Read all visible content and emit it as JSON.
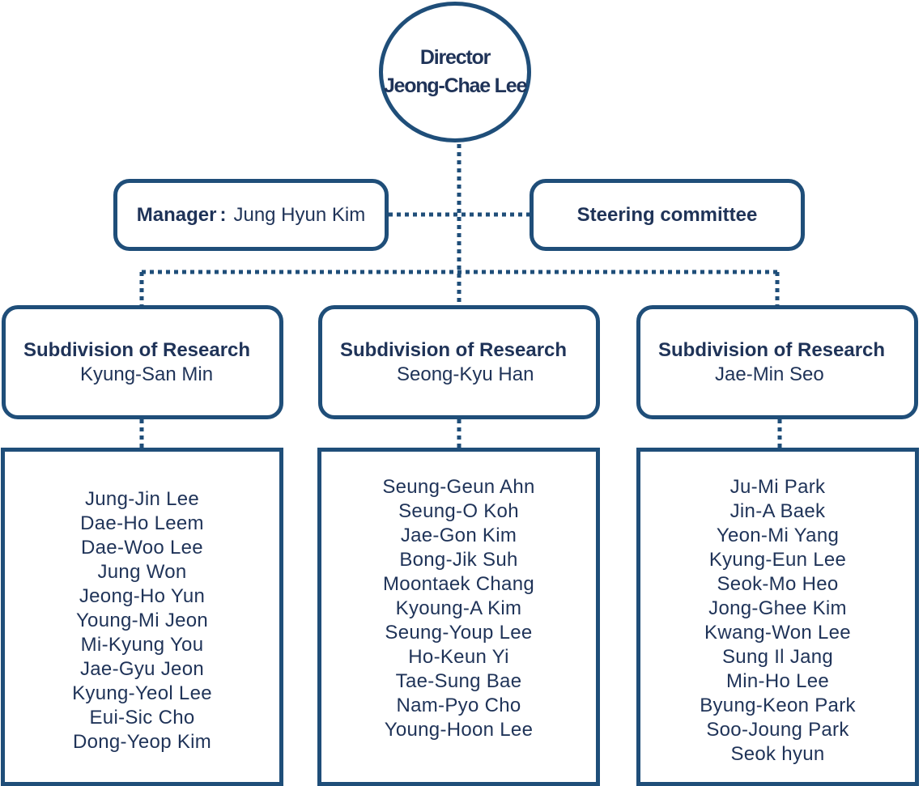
{
  "director": {
    "title": "Director",
    "name": "Jeong-Chae Lee"
  },
  "manager": {
    "role": "Manager",
    "separator": ":",
    "name": "Jung Hyun Kim"
  },
  "steering": {
    "label": "Steering committee"
  },
  "subdivisions": [
    {
      "title": "Subdivision of Research",
      "lead": "Kyung-San Min",
      "members": [
        "Jung-Jin Lee",
        "Dae-Ho Leem",
        "Dae-Woo Lee",
        "Jung Won",
        "Jeong-Ho Yun",
        "Young-Mi Jeon",
        "Mi-Kyung You",
        "Jae-Gyu Jeon",
        "Kyung-Yeol Lee",
        "Eui-Sic Cho",
        "Dong-Yeop Kim"
      ]
    },
    {
      "title": "Subdivision of Research",
      "lead": "Seong-Kyu Han",
      "members": [
        "Seung-Geun Ahn",
        "Seung-O Koh",
        "Jae-Gon Kim",
        "Bong-Jik Suh",
        "Moontaek Chang",
        "Kyoung-A Kim",
        "Seung-Youp Lee",
        "Ho-Keun Yi",
        "Tae-Sung Bae",
        "Nam-Pyo Cho",
        "Young-Hoon Lee"
      ]
    },
    {
      "title": "Subdivision of Research",
      "lead": "Jae-Min Seo",
      "members": [
        "Ju-Mi Park",
        "Jin-A Baek",
        "Yeon-Mi Yang",
        "Kyung-Eun Lee",
        "Seok-Mo Heo",
        "Jong-Ghee Kim",
        "Kwang-Won Lee",
        "Sung Il Jang",
        "Min-Ho Lee",
        "Byung-Keon Park",
        "Soo-Joung Park",
        "Seok hyun"
      ]
    }
  ],
  "colors": {
    "border": "#1f4e79",
    "text": "#1f3358",
    "background": "#ffffff"
  }
}
